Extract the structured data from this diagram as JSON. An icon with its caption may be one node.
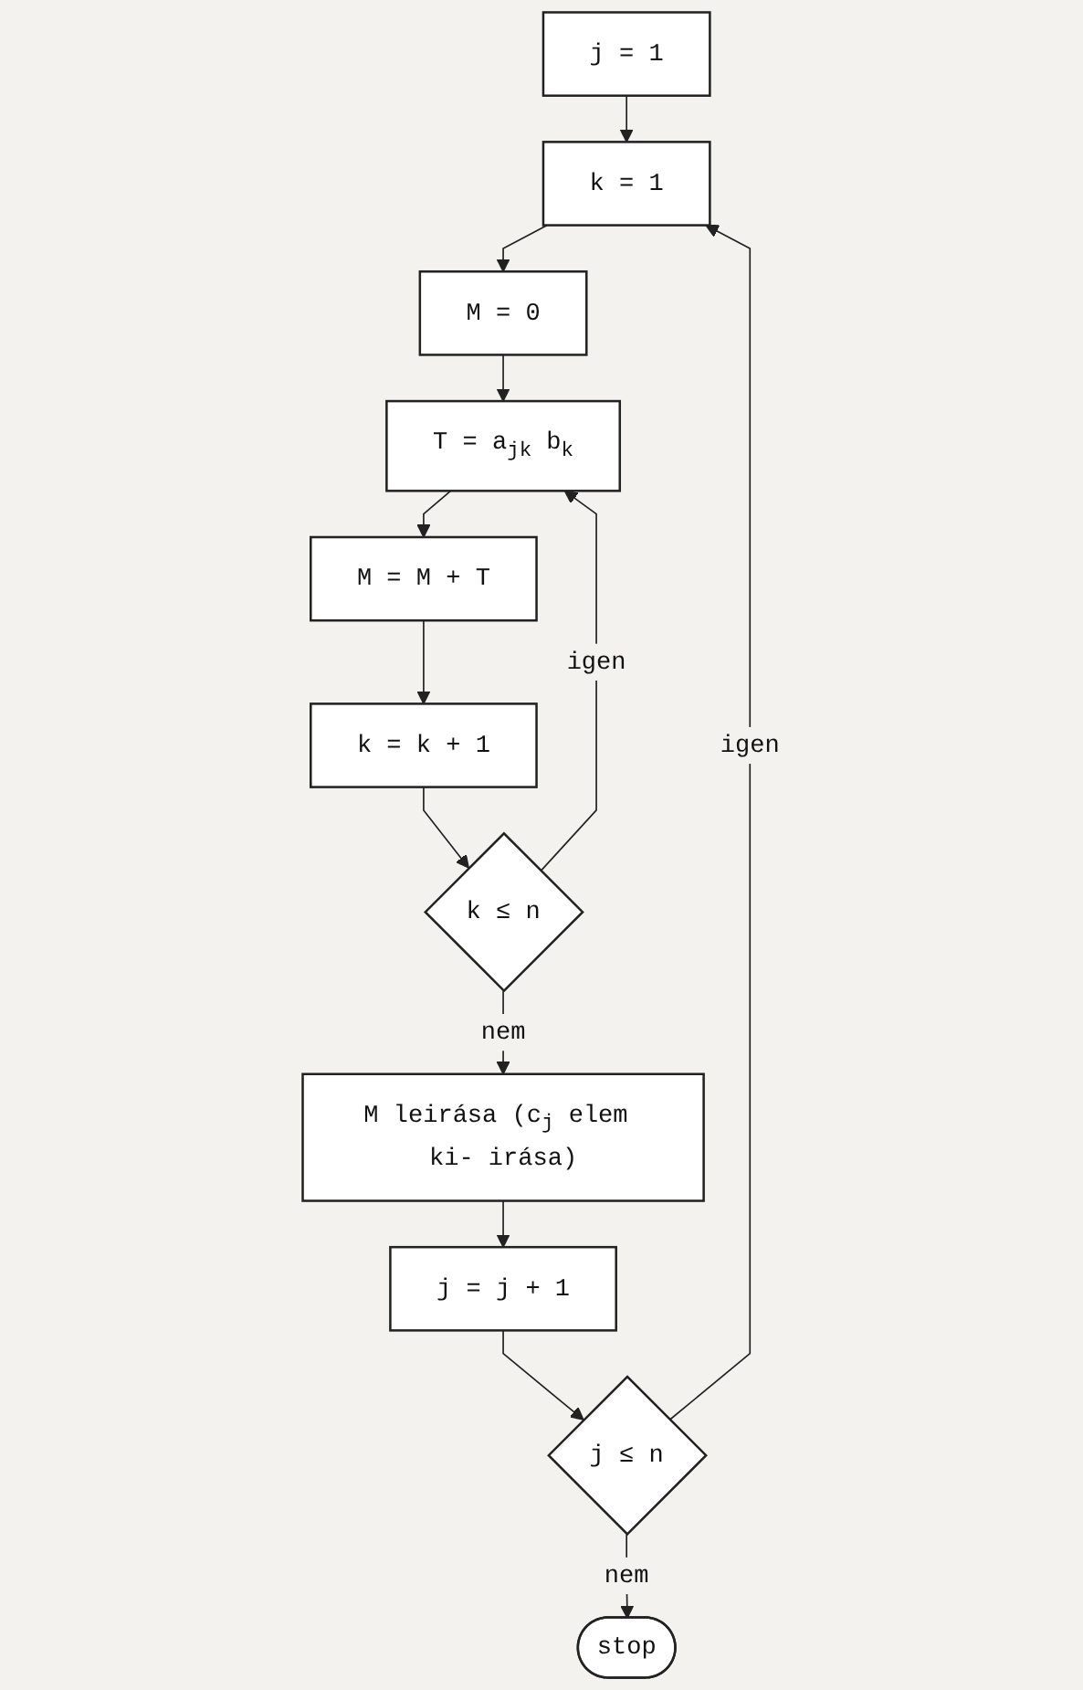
{
  "diagram": {
    "nodes": [
      {
        "text": [
          "j = 1"
        ]
      },
      {
        "text": [
          "k = 1"
        ]
      },
      {
        "text": [
          "M = 0"
        ]
      },
      {
        "text": [
          "T = a$_{jk}$ b$_{k}$"
        ]
      },
      {
        "text": [
          "M = M + T"
        ]
      },
      {
        "text": [
          "k = k + 1"
        ]
      },
      {
        "text": [
          "k ≤ n"
        ]
      },
      {
        "text": [
          "M leirása (c$_{j}$ elem ki- irása)"
        ]
      },
      {
        "text": [
          "j = j + 1"
        ]
      },
      {
        "text": [
          "j ≤ n"
        ]
      },
      {
        "text": [
          "stop"
        ]
      }
    ],
    "edges": [
      {
        "from": 0,
        "to": 1,
        "arrow": "to"
      },
      {
        "from": 1,
        "to": 2,
        "arrow": "to"
      },
      {
        "from": 2,
        "to": 3,
        "arrow": "to"
      },
      {
        "from": 3,
        "to": 4,
        "arrow": "to"
      },
      {
        "from": 4,
        "to": 5,
        "arrow": "to"
      },
      {
        "from": 5,
        "to": 6,
        "arrow": "to"
      },
      {
        "from": 6,
        "to": 3,
        "arrow": "to",
        "label": "igen"
      },
      {
        "from": 6,
        "to": 7,
        "arrow": "to",
        "label": "nem"
      },
      {
        "from": 7,
        "to": 8,
        "arrow": "to"
      },
      {
        "from": 8,
        "to": 9,
        "arrow": "to"
      },
      {
        "from": 9,
        "to": 1,
        "arrow": "to",
        "label": "igen"
      },
      {
        "from": 9,
        "to": 10,
        "arrow": "to",
        "label": "nem"
      }
    ]
  }
}
